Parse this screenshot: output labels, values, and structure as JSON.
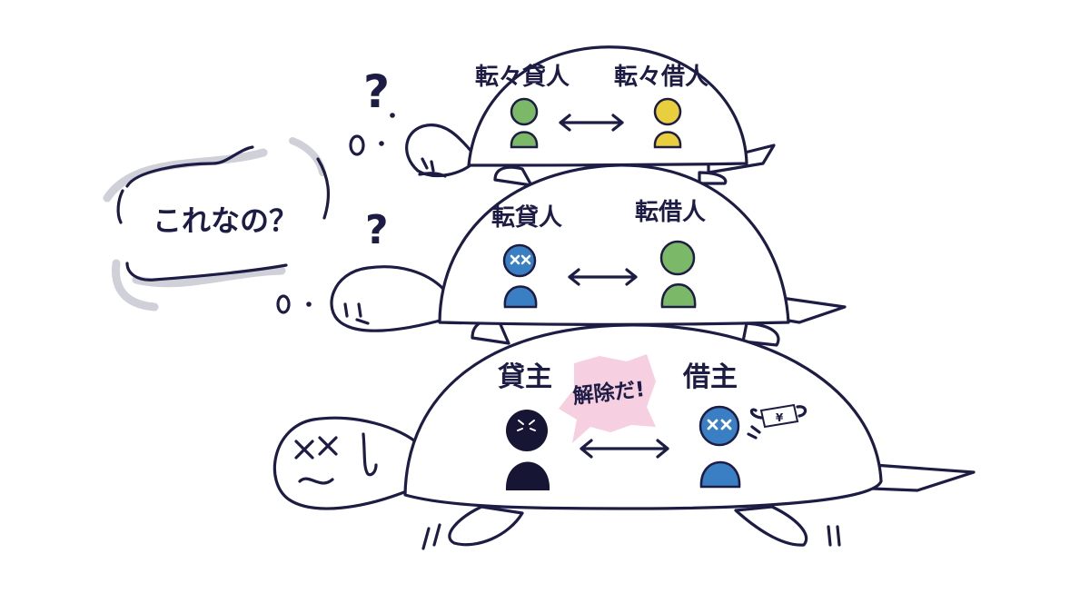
{
  "thought_bubble": {
    "text": "これなの？"
  },
  "question_marks": [
    "?",
    "?"
  ],
  "top_turtle": {
    "left_label": "転々貸人",
    "right_label": "転々借人",
    "left_color": "#7bb867",
    "right_color": "#e9cf3d"
  },
  "middle_turtle": {
    "left_label": "転貸人",
    "right_label": "転借人",
    "left_color": "#3a7fc3",
    "right_color": "#7bb867"
  },
  "bottom_turtle": {
    "left_label": "貸主",
    "right_label": "借主",
    "burst_text": "解除だ!",
    "left_color": "#161634",
    "right_color": "#3a7fc3",
    "burst_color": "#f6cfe0"
  },
  "money_icon": {
    "symbol": "¥"
  }
}
